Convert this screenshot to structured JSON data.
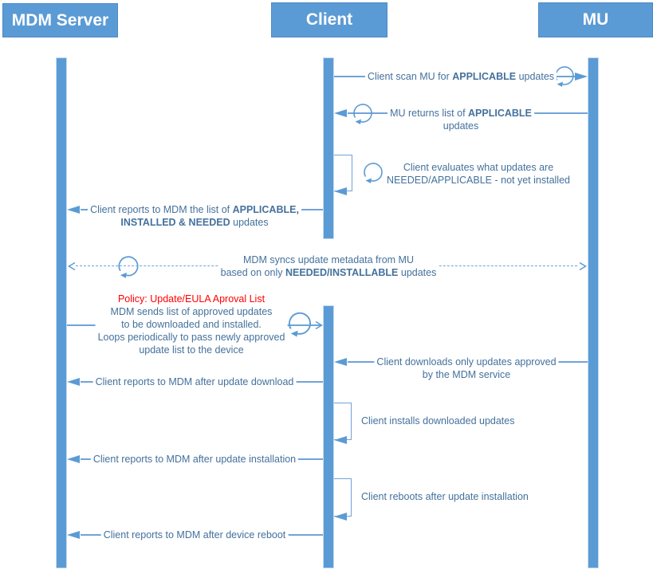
{
  "colors": {
    "primary_blue": "#5B9BD5",
    "line_blue": "#71A3D8",
    "text_blue": "#44719C",
    "policy_red": "#FF0000"
  },
  "actors": {
    "mdm": "MDM Server",
    "client": "Client",
    "mu": "MU"
  },
  "messages": {
    "scan": {
      "from": "Client",
      "to": "MU",
      "style": "solid-arrow",
      "line1": [
        {
          "t": "Client scan MU for "
        },
        {
          "t": "APPLICABLE",
          "b": true
        },
        {
          "t": " updates"
        }
      ]
    },
    "returns": {
      "from": "MU",
      "to": "Client",
      "style": "solid-arrow",
      "line1": [
        {
          "t": "MU returns list of "
        },
        {
          "t": "APPLICABLE",
          "b": true
        }
      ],
      "line2": [
        {
          "t": "updates"
        }
      ]
    },
    "evaluate": {
      "from": "Client",
      "to": "Client",
      "style": "self-loop",
      "line1": [
        {
          "t": "Client evaluates what updates are"
        }
      ],
      "line2": [
        {
          "t": "NEEDED/APPLICABLE - not yet installed"
        }
      ]
    },
    "report_list": {
      "from": "Client",
      "to": "MDM Server",
      "style": "solid-arrow",
      "line1": [
        {
          "t": "Client reports to MDM the list of "
        },
        {
          "t": "APPLICABLE,",
          "b": true
        }
      ],
      "line2": [
        {
          "t": "INSTALLED & NEEDED",
          "b": true
        },
        {
          "t": " updates"
        }
      ]
    },
    "sync": {
      "from": "MDM Server",
      "to": "MU",
      "style": "dashed-double-arrow",
      "line1": [
        {
          "t": "MDM syncs update metadata from MU"
        }
      ],
      "line2": [
        {
          "t": "based on only "
        },
        {
          "t": "NEEDED/INSTALLABLE",
          "b": true
        },
        {
          "t": " updates"
        }
      ]
    },
    "approve": {
      "from": "MDM Server",
      "to": "Client",
      "style": "open-arrow",
      "policy": [
        {
          "t": "Policy: Update/EULA Aproval List"
        }
      ],
      "line1": [
        {
          "t": "MDM sends list of approved updates"
        }
      ],
      "line2": [
        {
          "t": "to be downloaded and installed."
        }
      ],
      "line3": [
        {
          "t": "Loops periodically to pass newly approved"
        }
      ],
      "line4": [
        {
          "t": "update list to the device"
        }
      ]
    },
    "download": {
      "from": "MU",
      "to": "Client",
      "style": "solid-arrow",
      "line1": [
        {
          "t": "Client downloads only updates approved"
        }
      ],
      "line2": [
        {
          "t": "by the MDM service"
        }
      ]
    },
    "report_download": {
      "from": "Client",
      "to": "MDM Server",
      "style": "solid-arrow",
      "line1": [
        {
          "t": "Client reports to MDM after update download"
        }
      ]
    },
    "install": {
      "from": "Client",
      "to": "Client",
      "style": "self-loop",
      "line1": [
        {
          "t": "Client installs downloaded updates"
        }
      ]
    },
    "report_install": {
      "from": "Client",
      "to": "MDM Server",
      "style": "solid-arrow",
      "line1": [
        {
          "t": "Client reports to MDM after update installation"
        }
      ]
    },
    "reboot": {
      "from": "Client",
      "to": "Client",
      "style": "self-loop",
      "line1": [
        {
          "t": "Client reboots after update installation"
        }
      ]
    },
    "report_reboot": {
      "from": "Client",
      "to": "MDM Server",
      "style": "solid-arrow",
      "line1": [
        {
          "t": "Client reports to MDM after device reboot"
        }
      ]
    }
  }
}
